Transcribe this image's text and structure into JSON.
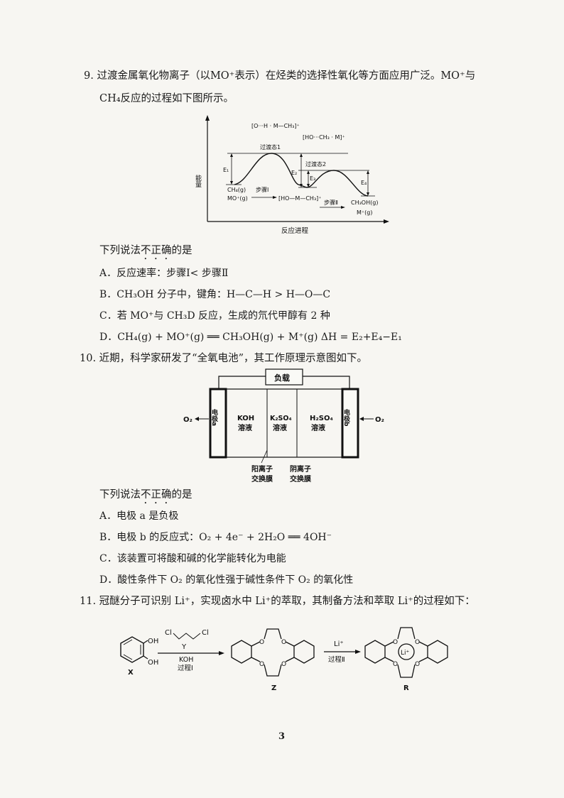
{
  "q9": {
    "number": "9.",
    "line1": "过渡金属氧化物离子（以MO⁺表示）在烃类的选择性氧化等方面应用广泛。MO⁺与",
    "line2": "CH₄反应的过程如下图所示。",
    "figure": {
      "ylabel": "能量",
      "xlabel": "反应进程",
      "ts1_label": "过渡态1",
      "ts2_label": "过渡态2",
      "ts1_struct": "[O···H · M—CH₃]⁺",
      "ts2_struct": "[HO···CH₃ · M]⁺",
      "intermediate": "[HO—M—CH₃]⁺",
      "reactant1": "CH₄(g)",
      "reactant2": "MO⁺(g)",
      "step1": "步骤Ⅰ",
      "step2": "步骤Ⅱ",
      "product1": "CH₃OH(g)",
      "product2": "M⁺(g)",
      "e1": "E₁",
      "e2": "E₂",
      "e3": "E₃",
      "e4": "E₄"
    },
    "prompt_pre": "下列说法",
    "prompt_emph": "不正确",
    "prompt_post": "的是",
    "options": [
      "A．反应速率：步骤Ⅰ< 步骤Ⅱ",
      "B．CH₃OH 分子中，键角：H—C—H > H—O—C",
      "C．若 MO⁺与 CH₃D 反应，生成的氘代甲醇有 2 种",
      "D．CH₄(g) + MO⁺(g) ══ CH₃OH(g) + M⁺(g)   ΔH = E₂+E₄−E₁"
    ]
  },
  "q10": {
    "number": "10.",
    "line1": "近期，科学家研发了“全氧电池”，其工作原理示意图如下。",
    "figure": {
      "load": "负载",
      "electrode_a": "电极a",
      "electrode_b": "电极b",
      "o2_left": "O₂",
      "o2_right": "O₂",
      "sol1_top": "KOH",
      "sol1_bot": "溶液",
      "sol2_top": "K₂SO₄",
      "sol2_bot": "溶液",
      "sol3_top": "H₂SO₄",
      "sol3_bot": "溶液",
      "membrane1_l1": "阳离子",
      "membrane1_l2": "交换膜",
      "membrane2_l1": "阴离子",
      "membrane2_l2": "交换膜"
    },
    "prompt_pre": "下列说法",
    "prompt_emph": "不正确",
    "prompt_post": "的是",
    "options": [
      "A．电极 a 是负极",
      "B．电极 b 的反应式：O₂ + 4e⁻ + 2H₂O ══ 4OH⁻",
      "C．该装置可将酸和碱的化学能转化为电能",
      "D．酸性条件下 O₂ 的氧化性强于碱性条件下 O₂ 的氧化性"
    ]
  },
  "q11": {
    "number": "11.",
    "line1": "冠醚分子可识别 Li⁺，实现卤水中 Li⁺的萃取，其制备方法和萃取 Li⁺的过程如下：",
    "figure": {
      "oh1": "OH",
      "oh2": "OH",
      "x_label": "X",
      "cl1": "Cl",
      "cl2": "Cl",
      "y_label": "Y",
      "koh": "KOH",
      "process1": "过程Ⅰ",
      "li_plus": "Li⁺",
      "process2": "过程Ⅱ",
      "z_label": "Z",
      "r_label": "R",
      "li_center": "Li⁺",
      "o": "O"
    }
  },
  "page_number": "3"
}
